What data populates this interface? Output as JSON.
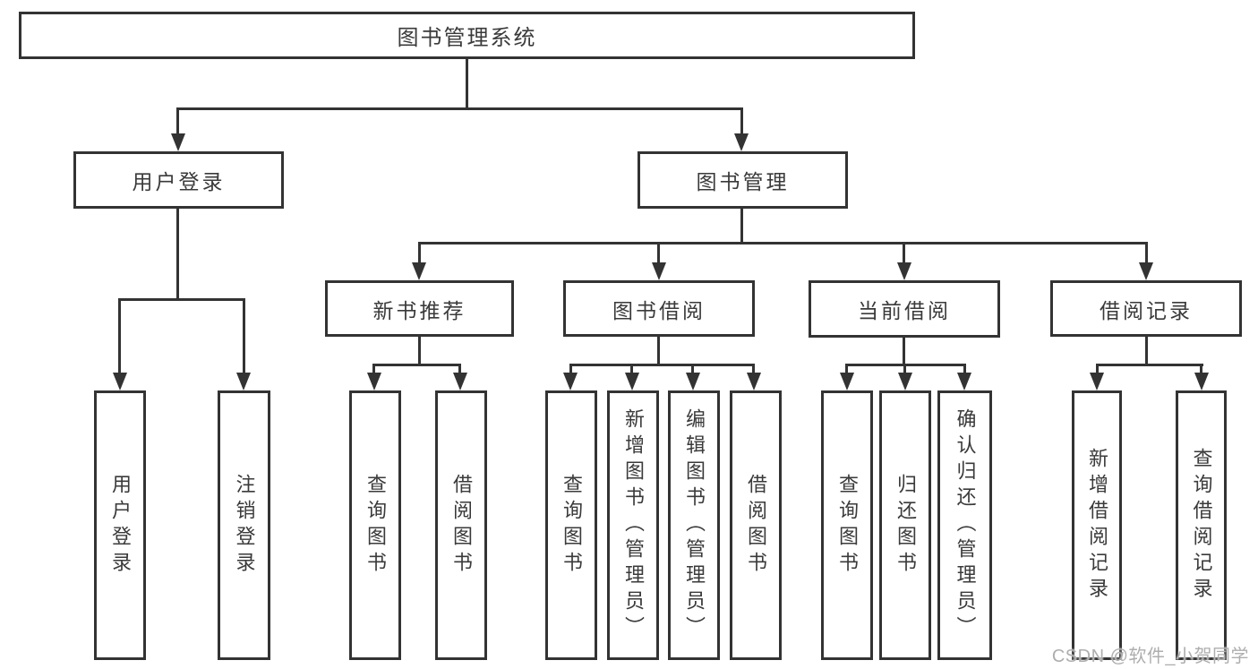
{
  "diagram": {
    "root": "图书管理系统",
    "user_login": {
      "label": "用户登录",
      "children": [
        "用户登录",
        "注销登录"
      ]
    },
    "book_mgmt": {
      "label": "图书管理",
      "groups": [
        {
          "label": "新书推荐",
          "children": [
            "查询图书",
            "借阅图书"
          ]
        },
        {
          "label": "图书借阅",
          "children": [
            "查询图书",
            "新增图书（管理员）",
            "编辑图书（管理员）",
            "借阅图书"
          ]
        },
        {
          "label": "当前借阅",
          "children": [
            "查询图书",
            "归还图书",
            "确认归还（管理员）"
          ]
        },
        {
          "label": "借阅记录",
          "children": [
            "新增借阅记录",
            "查询借阅记录"
          ]
        }
      ]
    },
    "watermark": "CSDN @软件_小贺同学"
  }
}
